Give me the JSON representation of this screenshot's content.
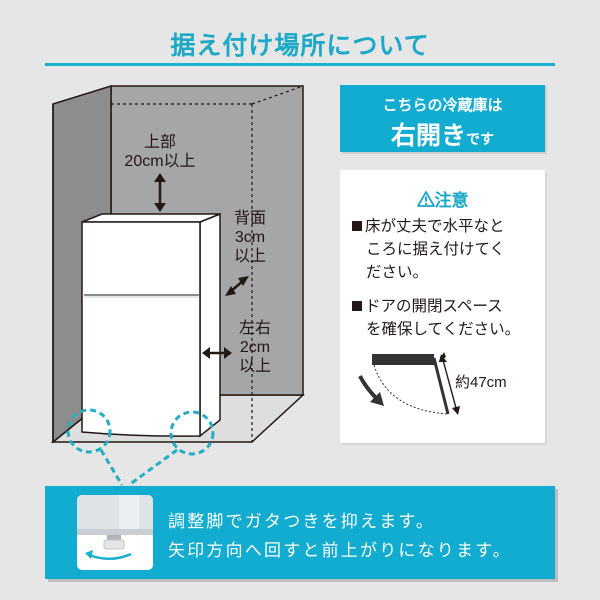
{
  "header": {
    "title": "据え付け場所について",
    "accent_color": "#1ab4cf"
  },
  "diagram": {
    "top_clearance": {
      "line1": "上部",
      "line2": "20cm以上"
    },
    "back_clearance": {
      "line1": "背面",
      "line2": "3cm",
      "line3": "以上"
    },
    "side_clearance": {
      "line1": "左右",
      "line2": "2cm",
      "line3": "以上"
    }
  },
  "door_info": {
    "line1": "こちらの冷蔵庫は",
    "emphasis": "右開き",
    "suffix": "です",
    "background": "#12acd0"
  },
  "caution": {
    "icon": "warning-triangle-icon",
    "title": "注意",
    "items": [
      {
        "lines": [
          "床が丈夫で水平なと",
          "ころに据え付けてく",
          "ださい。"
        ]
      },
      {
        "lines": [
          "ドアの開閉スペース",
          "を確保してください。"
        ]
      }
    ],
    "door_swing_label": "約47cm"
  },
  "banner": {
    "line1": "調整脚でガタつきを抑えます。",
    "line2": "矢印方向へ回すと前上がりになります。",
    "background": "#12acd0"
  }
}
